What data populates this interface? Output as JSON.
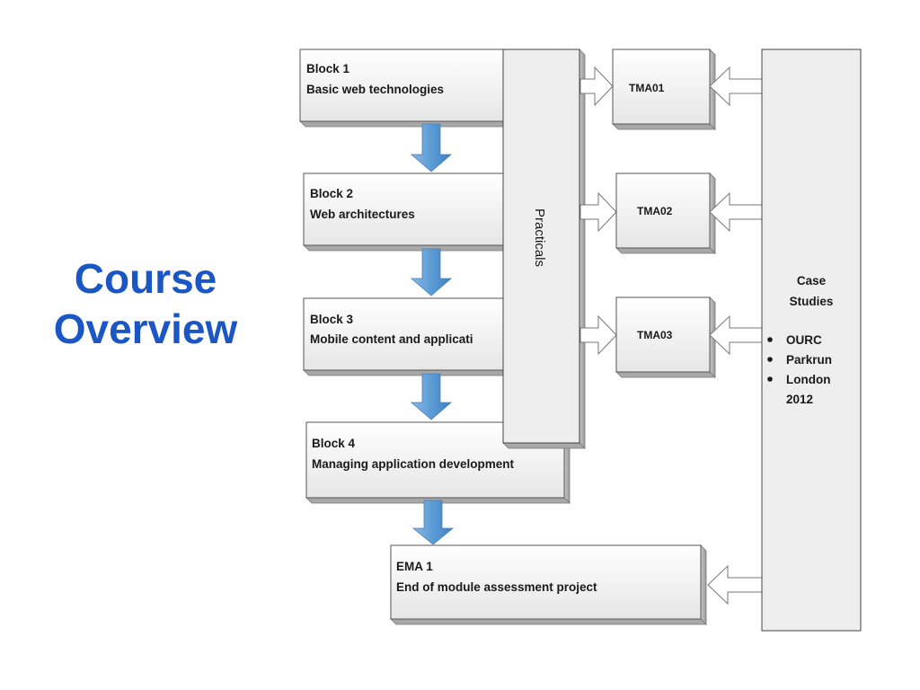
{
  "title": {
    "line1": "Course",
    "line2": "Overview"
  },
  "blocks": [
    {
      "title": "Block 1",
      "subtitle": "Basic web technologies"
    },
    {
      "title": "Block 2",
      "subtitle": "Web architectures"
    },
    {
      "title": "Block 3",
      "subtitle": "Mobile content and applicati"
    },
    {
      "title": "Block 4",
      "subtitle": "Managing application development"
    }
  ],
  "ema": {
    "title": "EMA 1",
    "subtitle": "End of module assessment project"
  },
  "practicals": "Practicals",
  "tmas": [
    "TMA01",
    "TMA02",
    "TMA03"
  ],
  "case_studies": {
    "heading_line1": "Case",
    "heading_line2": "Studies",
    "items": [
      "OURC",
      "Parkrun",
      "London",
      "2012"
    ]
  },
  "colors": {
    "title": "#1a56c4",
    "down_arrow": "#5b9bd5"
  }
}
